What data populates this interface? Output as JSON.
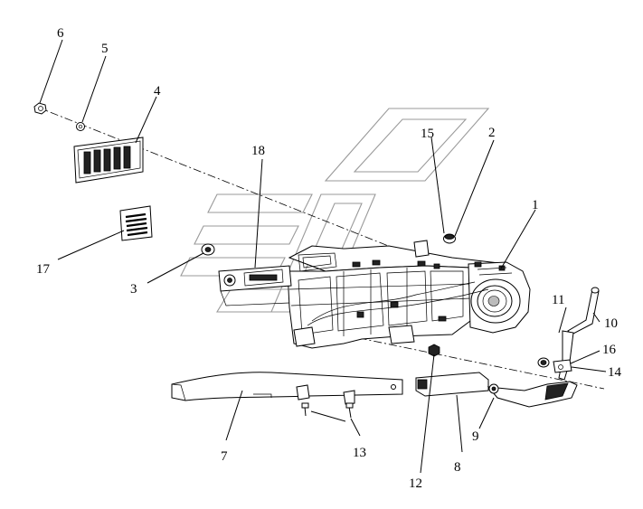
{
  "callouts": [
    {
      "id": "c1",
      "text": "1"
    },
    {
      "id": "c2",
      "text": "2"
    },
    {
      "id": "c3",
      "text": "3"
    },
    {
      "id": "c4",
      "text": "4"
    },
    {
      "id": "c5",
      "text": "5"
    },
    {
      "id": "c6",
      "text": "6"
    },
    {
      "id": "c7",
      "text": "7"
    },
    {
      "id": "c8",
      "text": "8"
    },
    {
      "id": "c9",
      "text": "9"
    },
    {
      "id": "c10",
      "text": "10"
    },
    {
      "id": "c11",
      "text": "11"
    },
    {
      "id": "c12",
      "text": "12"
    },
    {
      "id": "c13",
      "text": "13"
    },
    {
      "id": "c14",
      "text": "14"
    },
    {
      "id": "c15",
      "text": "15"
    },
    {
      "id": "c16",
      "text": "16"
    },
    {
      "id": "c17",
      "text": "17"
    },
    {
      "id": "c18",
      "text": "18"
    }
  ],
  "colors": {
    "line": "#000000",
    "watermark": "#9a9a9a",
    "background": "#ffffff"
  }
}
